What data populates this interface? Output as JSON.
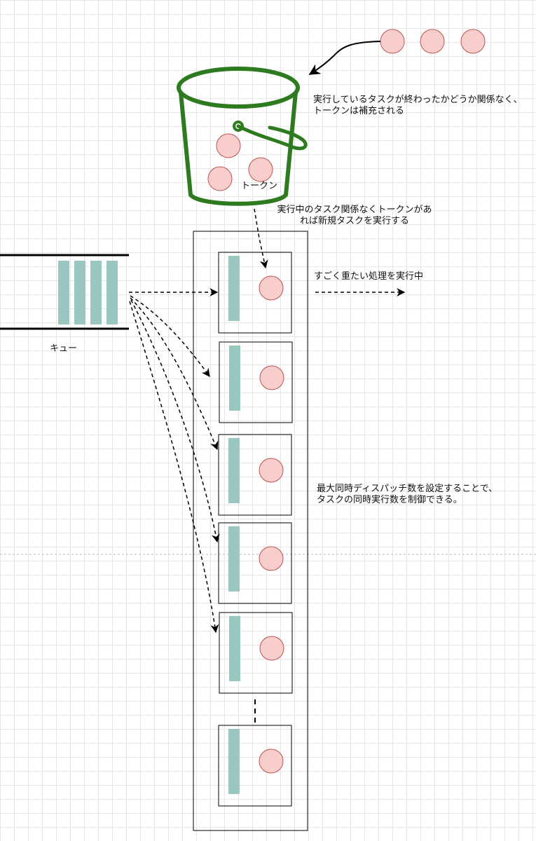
{
  "colors": {
    "bucket": "#2d7a1f",
    "token_fill": "#f8cecc",
    "token_stroke": "#b85450",
    "task_bar": "#9ac7bf",
    "line": "#000000"
  },
  "labels": {
    "bucket_name": "トークン",
    "queue_name": "キュー",
    "refill_note_line1": "実行しているタスクが終わったかどうか関係なく、",
    "refill_note_line2": "トークンは補充される",
    "launch_note_line1": "実行中のタスク関係なくトークンがあ",
    "launch_note_line2": "れば新規タスクを実行する",
    "heavy_note": "すごく重たい処理を実行中",
    "dispatch_note_line1": "最大同時ディスパッチ数を設定することで、",
    "dispatch_note_line2": "タスクの同時実行数を制御できる。"
  },
  "incoming_tokens": 3,
  "bucket_tokens": 3,
  "queue_items": 4,
  "worker_slots": 6
}
